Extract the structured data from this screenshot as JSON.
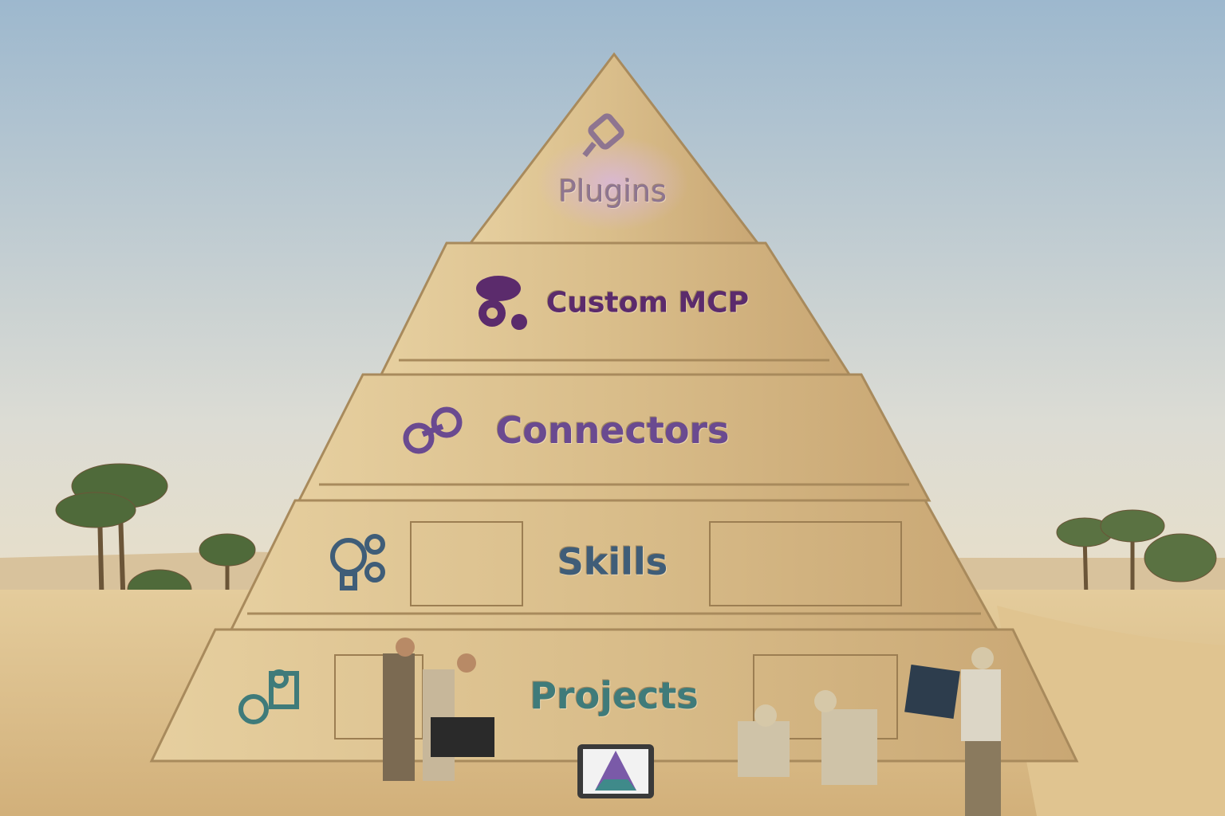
{
  "pyramid": {
    "tiers": [
      {
        "label": "Plugins",
        "icon": "plug-icon",
        "color": "#8e7590"
      },
      {
        "label": "Custom MCP",
        "icon": "cloud-gear-user-icon",
        "color": "#5b2b6c"
      },
      {
        "label": "Connectors",
        "icon": "gear-link-icon",
        "color": "#6a4a90"
      },
      {
        "label": "Skills",
        "icon": "lightbulb-gears-icon",
        "color": "#3f5d78"
      },
      {
        "label": "Projects",
        "icon": "document-gears-icon",
        "color": "#3f7b7a"
      }
    ]
  },
  "colors": {
    "sky_top": "#9fb9cf",
    "sky_bottom": "#e6e2d6",
    "sand": "#dcc08a",
    "stone": "#d8bd8c"
  }
}
